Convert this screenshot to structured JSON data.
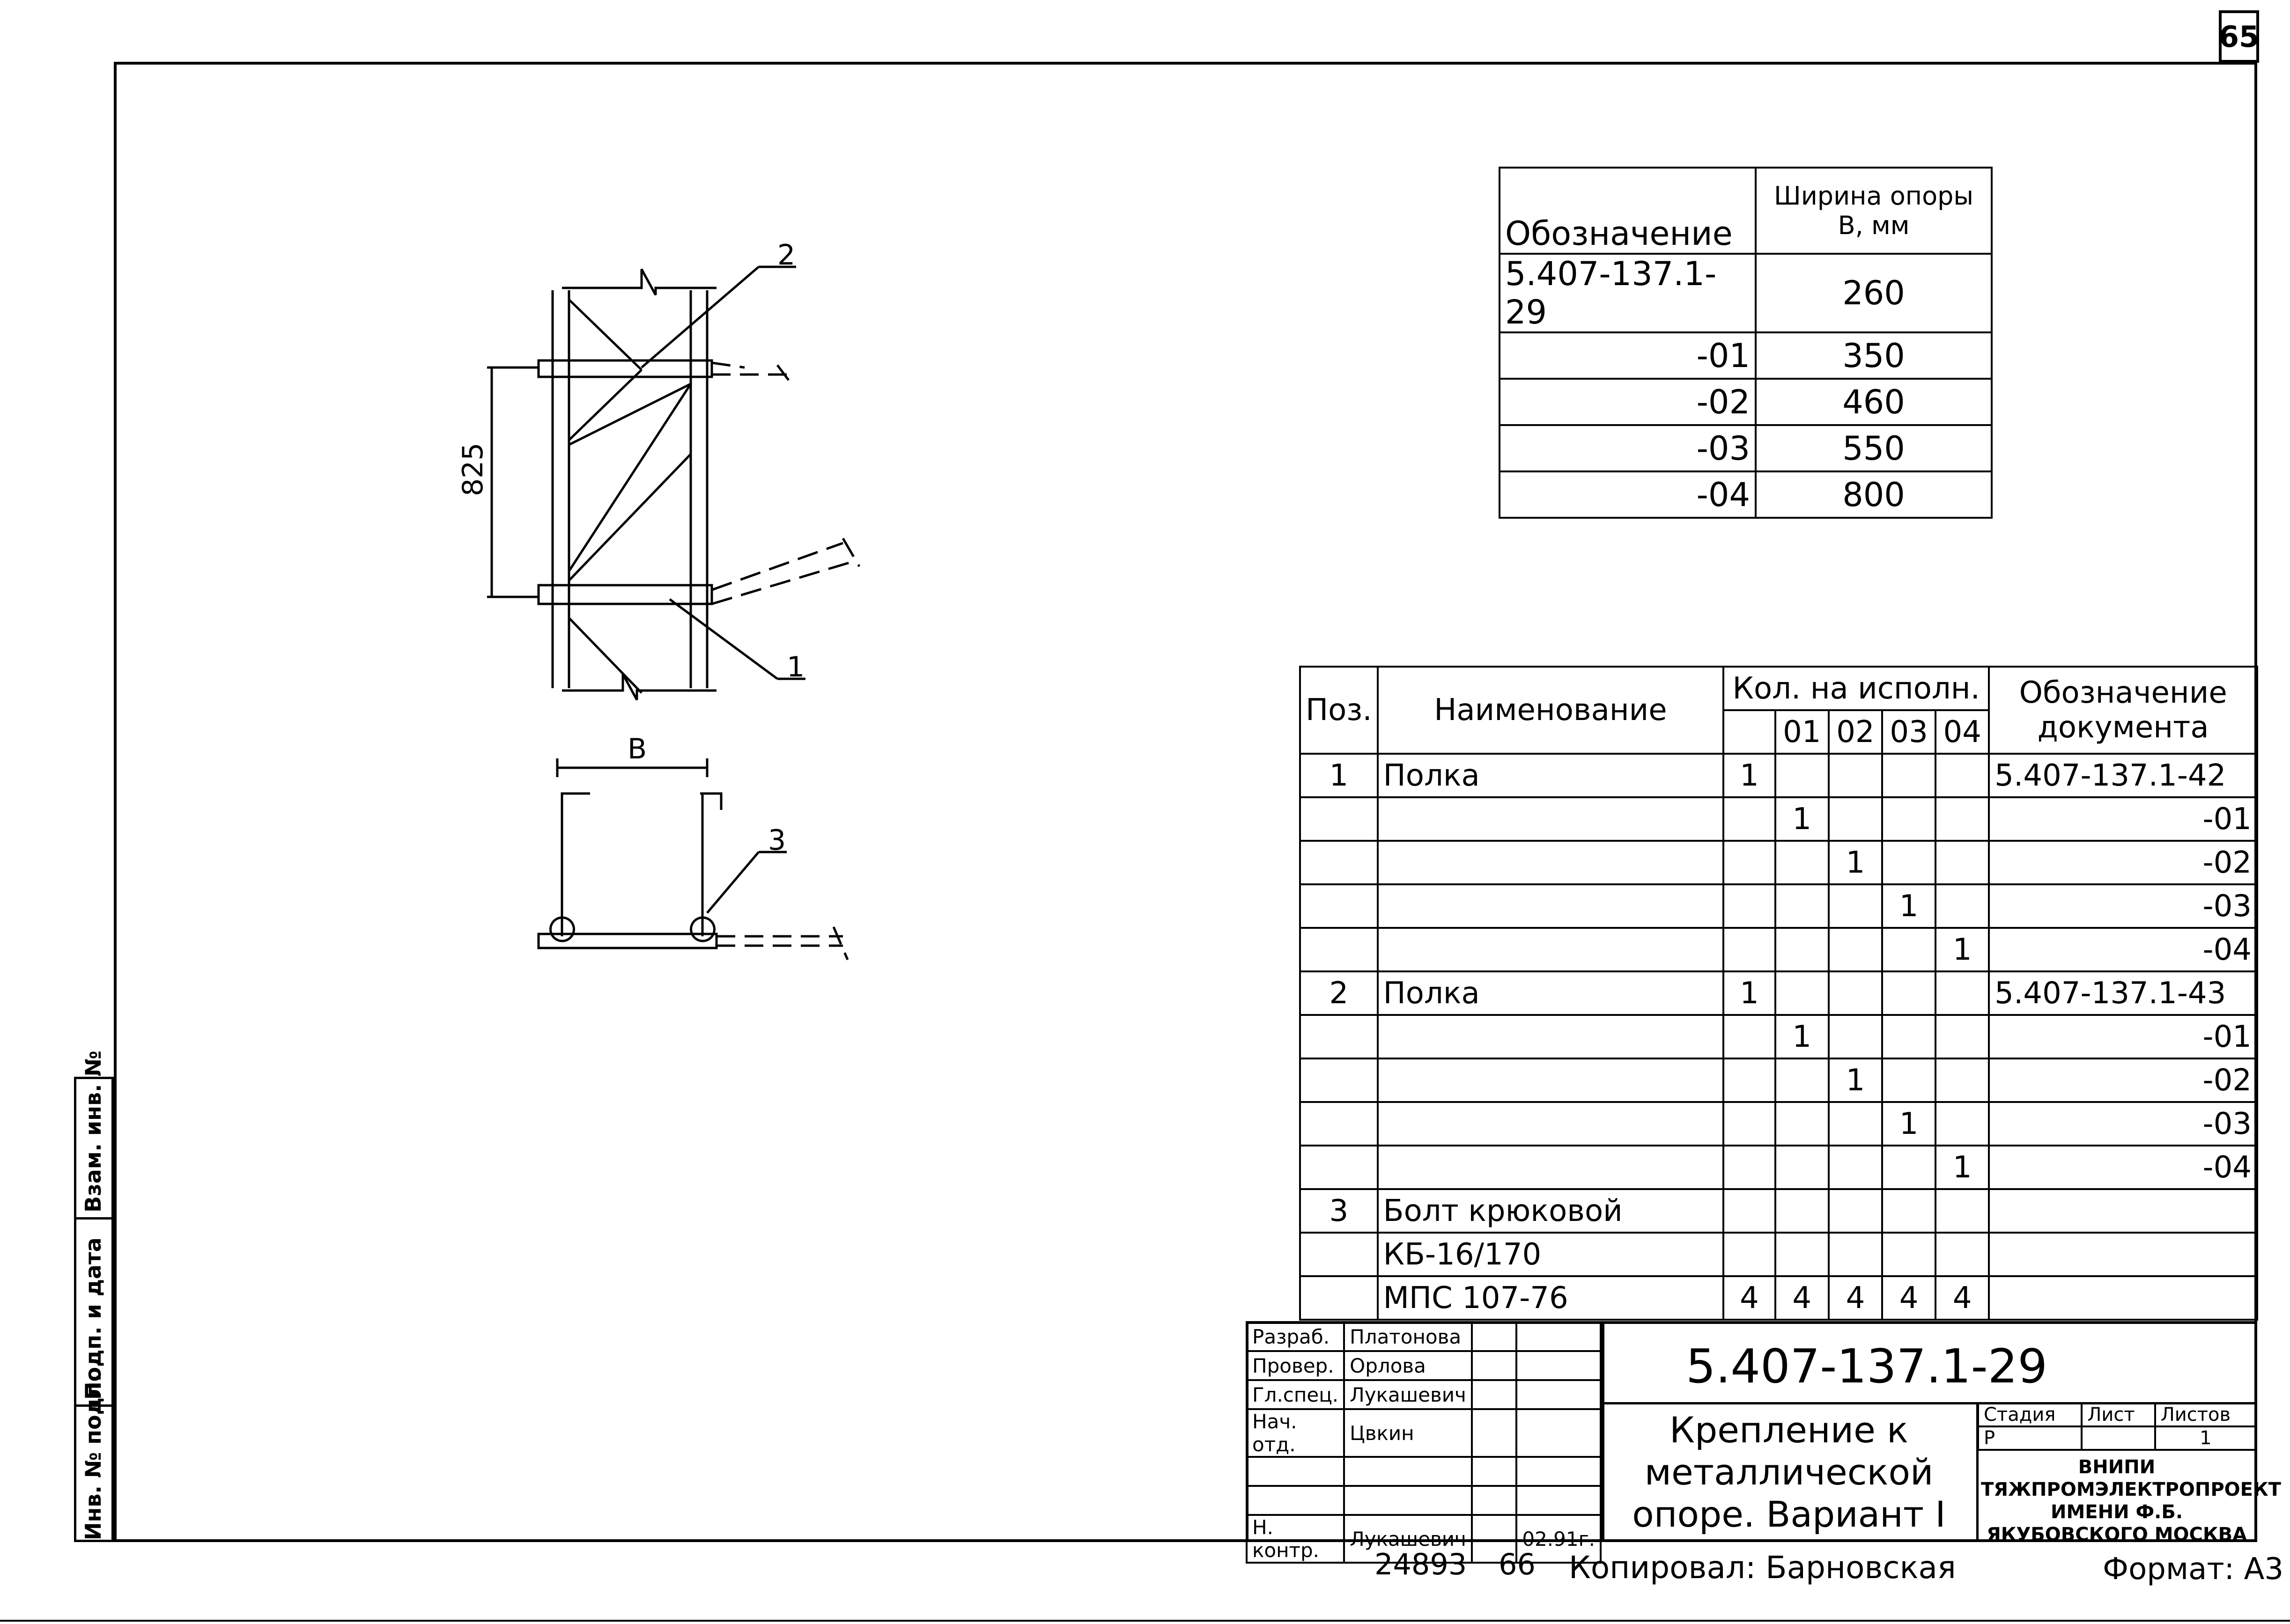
{
  "sheet": {
    "page_number": "65"
  },
  "width_table": {
    "col_designation": "Обозначение",
    "col_width": "Ширина опоры В, мм",
    "rows": [
      {
        "designation": "5.407-137.1-29",
        "width": "260"
      },
      {
        "designation": "-01",
        "width": "350"
      },
      {
        "designation": "-02",
        "width": "460"
      },
      {
        "designation": "-03",
        "width": "550"
      },
      {
        "designation": "-04",
        "width": "800"
      }
    ]
  },
  "drawing": {
    "callout_1": "1",
    "callout_2": "2",
    "callout_3": "3",
    "dim_height": "825",
    "dim_width": "В"
  },
  "spec_table": {
    "col_pos": "Поз.",
    "col_name": "Наименование",
    "col_qty": "Кол. на исполн.",
    "col_doc": "Обозначение документа",
    "sub_cols": [
      "",
      "01",
      "02",
      "03",
      "04"
    ],
    "rows": [
      {
        "pos": "1",
        "name": "Полка",
        "q0": "1",
        "q1": "",
        "q2": "",
        "q3": "",
        "q4": "",
        "doc": "5.407-137.1-42"
      },
      {
        "pos": "",
        "name": "",
        "q0": "",
        "q1": "1",
        "q2": "",
        "q3": "",
        "q4": "",
        "doc": "-01"
      },
      {
        "pos": "",
        "name": "",
        "q0": "",
        "q1": "",
        "q2": "1",
        "q3": "",
        "q4": "",
        "doc": "-02"
      },
      {
        "pos": "",
        "name": "",
        "q0": "",
        "q1": "",
        "q2": "",
        "q3": "1",
        "q4": "",
        "doc": "-03"
      },
      {
        "pos": "",
        "name": "",
        "q0": "",
        "q1": "",
        "q2": "",
        "q3": "",
        "q4": "1",
        "doc": "-04"
      },
      {
        "pos": "2",
        "name": "Полка",
        "q0": "1",
        "q1": "",
        "q2": "",
        "q3": "",
        "q4": "",
        "doc": "5.407-137.1-43"
      },
      {
        "pos": "",
        "name": "",
        "q0": "",
        "q1": "1",
        "q2": "",
        "q3": "",
        "q4": "",
        "doc": "-01"
      },
      {
        "pos": "",
        "name": "",
        "q0": "",
        "q1": "",
        "q2": "1",
        "q3": "",
        "q4": "",
        "doc": "-02"
      },
      {
        "pos": "",
        "name": "",
        "q0": "",
        "q1": "",
        "q2": "",
        "q3": "1",
        "q4": "",
        "doc": "-03"
      },
      {
        "pos": "",
        "name": "",
        "q0": "",
        "q1": "",
        "q2": "",
        "q3": "",
        "q4": "1",
        "doc": "-04"
      },
      {
        "pos": "3",
        "name": "Болт крюковой",
        "q0": "",
        "q1": "",
        "q2": "",
        "q3": "",
        "q4": "",
        "doc": ""
      },
      {
        "pos": "",
        "name": "КБ-16/170",
        "q0": "",
        "q1": "",
        "q2": "",
        "q3": "",
        "q4": "",
        "doc": ""
      },
      {
        "pos": "",
        "name": "МПС 107-76",
        "q0": "4",
        "q1": "4",
        "q2": "4",
        "q3": "4",
        "q4": "4",
        "doc": ""
      }
    ]
  },
  "title_block": {
    "roles": [
      {
        "role": "Разраб.",
        "name": "Платонова"
      },
      {
        "role": "Провер.",
        "name": "Орлова"
      },
      {
        "role": "Гл.спец.",
        "name": "Лукашевич"
      },
      {
        "role": "Нач. отд.",
        "name": "Цвкин"
      },
      {
        "role": "",
        "name": ""
      },
      {
        "role": "",
        "name": ""
      },
      {
        "role": "Н. контр.",
        "name": "Лукашевич"
      }
    ],
    "date": "02.91г.",
    "doc_code": "5.407-137.1-29",
    "title": "Крепление к металлической опоре. Вариант I",
    "stage_label": "Стадия",
    "sheet_label": "Лист",
    "sheets_label": "Листов",
    "stage": "Р",
    "sheets": "1",
    "org": "ВНИПИ ТЯЖПРОМЭЛЕКТРОПРОЕКТ ИМЕНИ Ф.Б. ЯКУБОВСКОГО МОСКВА"
  },
  "side_strip": {
    "inv_orig": "Инв. № подл.",
    "sign_date": "Подп. и дата",
    "inv_copy": "Взам. инв. №"
  },
  "footer": {
    "archive_no": "24893",
    "archive_sheet": "66",
    "copied_by": "Копировал: Барновская",
    "format": "Формат: А3"
  }
}
